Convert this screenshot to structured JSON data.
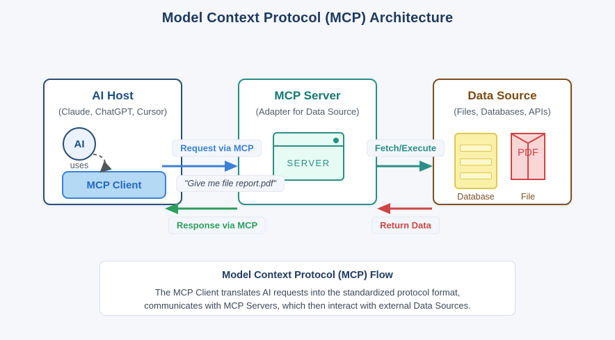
{
  "page": {
    "title": "Model Context Protocol (MCP) Architecture"
  },
  "nodes": {
    "ai_host": {
      "title": "AI Host",
      "subtitle": "(Claude, ChatGPT, Cursor)",
      "ai_label": "AI",
      "uses_label": "uses",
      "client_label": "MCP Client"
    },
    "mcp_server": {
      "title": "MCP Server",
      "subtitle": "(Adapter for Data Source)",
      "server_label": "SERVER"
    },
    "data_source": {
      "title": "Data Source",
      "subtitle": "(Files, Databases, APIs)",
      "pdf_label": "PDF",
      "database_caption": "Database",
      "file_caption": "File"
    }
  },
  "arrows": {
    "request": {
      "label": "Request via MCP"
    },
    "request_note": {
      "label": "\"Give me file report.pdf\""
    },
    "response": {
      "label": "Response via MCP"
    },
    "fetch": {
      "label": "Fetch/Execute"
    },
    "return": {
      "label": "Return Data"
    }
  },
  "footer": {
    "title": "Model Context Protocol (MCP) Flow",
    "line1": "The MCP Client translates AI requests into the standardized protocol format,",
    "line2": "communicates with MCP Servers, which then interact with external Data Sources."
  },
  "colors": {
    "bg": "#f5f7fa",
    "ink": "#1f3a60",
    "muted": "#4f5b69",
    "navy": "#2b4d76",
    "navy-title": "#1d4e85",
    "blue": "#3b82d4",
    "blue-fill": "#b3d9f5",
    "blue-text": "#2569c0",
    "blue-circle-fill": "#eaf2fd",
    "teal": "#2a8f85",
    "teal-title": "#15786f",
    "teal-fill": "#e6fbf4",
    "green": "#2e9e5e",
    "red": "#cf4545",
    "red-fill": "#f8d6d6",
    "brown": "#7d4e1d",
    "brown-title": "#7a4a12",
    "brown-cap": "#7a5226",
    "gold": "#dfc94f",
    "gold-fill": "#faf0a8",
    "gold-bar": "#fdf8cc",
    "chip-bg": "#f3f6fa",
    "chip-border": "#e4e9f0",
    "gray-arrow": "#555555",
    "footer-border": "#d7dde6",
    "note-text": "#3c4858"
  }
}
